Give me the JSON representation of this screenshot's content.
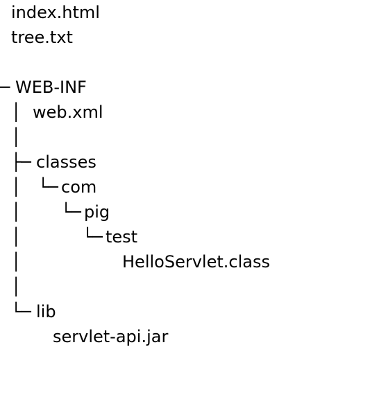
{
  "tree": {
    "root_files": [
      "index.html",
      "tree.txt"
    ],
    "web_inf": {
      "label": "WEB-INF",
      "connector": "─",
      "files": [
        "web.xml"
      ],
      "classes": {
        "label": "classes",
        "connector": "├─",
        "path": [
          {
            "label": "com",
            "connector": "└─"
          },
          {
            "label": "pig",
            "connector": "└─"
          },
          {
            "label": "test",
            "connector": "└─"
          }
        ],
        "files": [
          "HelloServlet.class"
        ]
      },
      "lib": {
        "label": "lib",
        "connector": "└─",
        "files": [
          "servlet-api.jar"
        ]
      },
      "vertical": "│"
    }
  }
}
